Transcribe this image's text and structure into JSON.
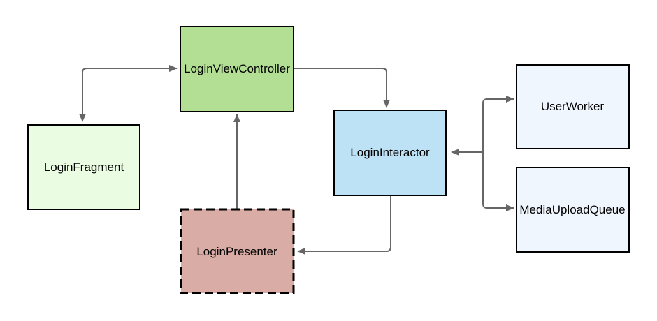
{
  "diagram": {
    "background_color": "#ffffff",
    "border_color": "#000000",
    "connector_color": "#666666",
    "nodes": {
      "login_fragment": {
        "label": "LoginFragment",
        "fill": "#eafce1",
        "border": "solid"
      },
      "login_view_controller": {
        "label": "LoginViewController",
        "fill": "#b3df94",
        "border": "solid"
      },
      "login_interactor": {
        "label": "LoginInteractor",
        "fill": "#bde2f5",
        "border": "solid"
      },
      "login_presenter": {
        "label": "LoginPresenter",
        "fill": "#d9aca5",
        "border": "dashed"
      },
      "user_worker": {
        "label": "UserWorker",
        "fill": "#f0f6fd",
        "border": "solid"
      },
      "media_upload_queue": {
        "label": "MediaUploadQueue",
        "fill": "#f0f6fd",
        "border": "solid"
      }
    },
    "edges": [
      {
        "id": "fragment-viewcontroller",
        "between": [
          "login_view_controller",
          "login_fragment"
        ],
        "arrows": "both ends"
      },
      {
        "id": "viewcontroller-interactor",
        "between": [
          "login_view_controller",
          "login_interactor"
        ],
        "arrows": "into login_interactor"
      },
      {
        "id": "interactor-presenter",
        "between": [
          "login_interactor",
          "login_presenter"
        ],
        "arrows": "into login_presenter"
      },
      {
        "id": "presenter-viewcontroller",
        "between": [
          "login_presenter",
          "login_view_controller"
        ],
        "arrows": "into login_view_controller"
      },
      {
        "id": "interactor-workers-branch",
        "between": [
          "login_interactor",
          "user_worker",
          "media_upload_queue"
        ],
        "arrows": "all ends"
      }
    ]
  }
}
